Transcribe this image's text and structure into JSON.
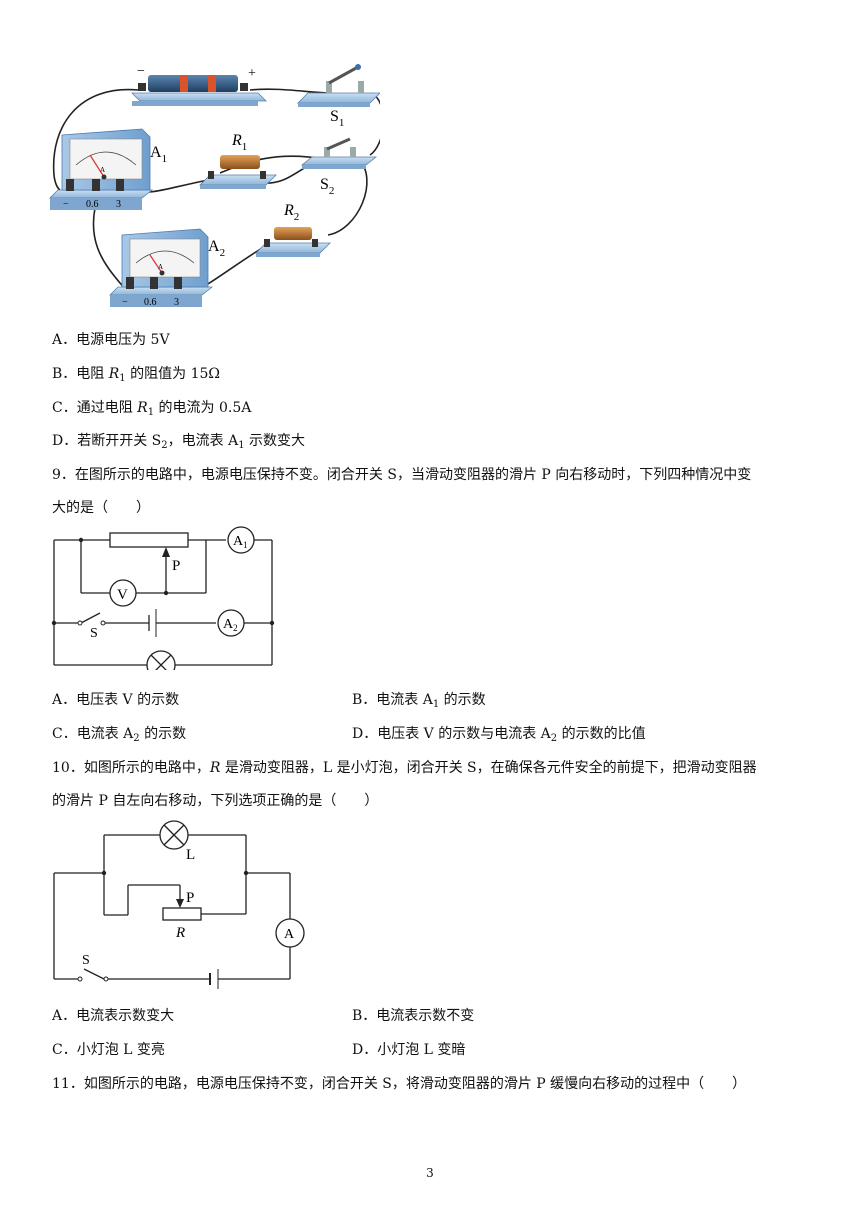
{
  "q8": {
    "figure": {
      "battery_minus": "−",
      "battery_plus": "+",
      "a1_label": "A",
      "a1_sub": "1",
      "a2_label": "A",
      "a2_sub": "2",
      "r1_label": "R",
      "r1_sub": "1",
      "r2_label": "R",
      "r2_sub": "2",
      "s1_label": "S",
      "s1_sub": "1",
      "s2_label": "S",
      "s2_sub": "2",
      "meter_face_letter": "A",
      "terminal_minus": "−",
      "terminal_06": "0.6",
      "terminal_3": "3"
    },
    "options": [
      {
        "prefix": "A．电源电压为 5V"
      },
      {
        "prefix": "B．电阻 ",
        "var": "R",
        "sub": "1",
        "suffix": " 的阻值为 15Ω"
      },
      {
        "prefix": "C．通过电阻 ",
        "var": "R",
        "sub": "1",
        "suffix": " 的电流为 0.5A"
      },
      {
        "prefix": "D．若断开开关 S",
        "sub": "2",
        "suffix": "，电流表 A",
        "sub2": "1",
        "suffix2": " 示数变大"
      }
    ]
  },
  "q9": {
    "stem_line1": "9．在图所示的电路中，电源电压保持不变。闭合开关 S，当滑动变阻器的滑片 P 向右移动时，下列四种情况中变",
    "stem_line2": "大的是（　　）",
    "figure": {
      "p": "P",
      "v": "V",
      "a1": "A",
      "a1_sub": "1",
      "a2": "A",
      "a2_sub": "2",
      "s": "S"
    },
    "opt_a": "A．电压表 V 的示数",
    "opt_b_pre": "B．电流表 A",
    "opt_b_sub": "1",
    "opt_b_post": " 的示数",
    "opt_c_pre": "C．电流表 A",
    "opt_c_sub": "2",
    "opt_c_post": " 的示数",
    "opt_d_pre": "D．电压表 V 的示数与电流表 A",
    "opt_d_sub": "2",
    "opt_d_post": " 的示数的比值"
  },
  "q10": {
    "stem_line1_pre": "10．如图所示的电路中，",
    "stem_line1_var": "R",
    "stem_line1_post": " 是滑动变阻器，L 是小灯泡，闭合开关 S，在确保各元件安全的前提下，把滑动变阻器",
    "stem_line2": "的滑片 P 自左向右移动，下列选项正确的是（　　）",
    "figure": {
      "l": "L",
      "p": "P",
      "r": "R",
      "a": "A",
      "s": "S"
    },
    "opt_a": "A．电流表示数变大",
    "opt_b": "B．电流表示数不变",
    "opt_c": "C．小灯泡 L 变亮",
    "opt_d": "D．小灯泡 L 变暗"
  },
  "q11": {
    "stem": "11．如图所示的电路，电源电压保持不变，闭合开关 S，将滑动变阻器的滑片 P 缓慢向右移动的过程中（　　）"
  },
  "page_number": "3"
}
